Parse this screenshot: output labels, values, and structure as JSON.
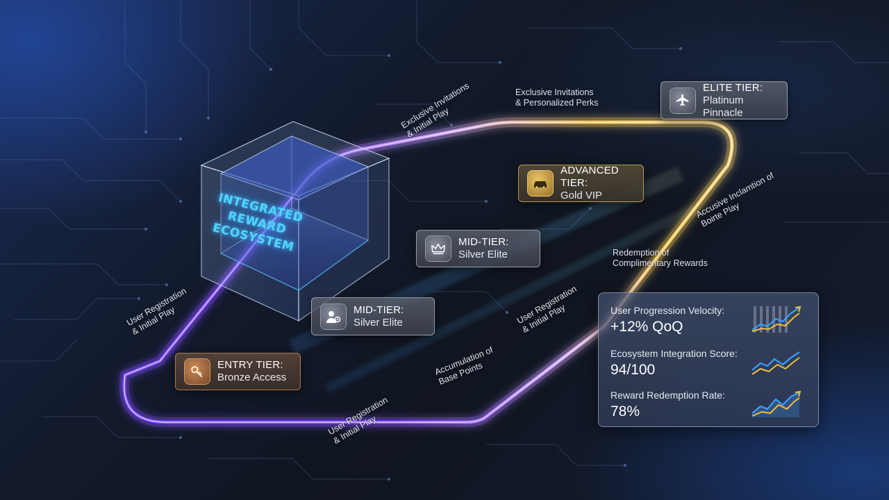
{
  "cube": {
    "title_lines": [
      "INTEGRATED",
      "REWARD",
      "ECOSYSTEM"
    ]
  },
  "tiers": [
    {
      "name": "ELITE TIER:",
      "level": "Platinum Pinnacle",
      "icon": "airplane-icon"
    },
    {
      "name": "ADVANCED TIER:",
      "level": "Gold VIP",
      "icon": "car-icon"
    },
    {
      "name": "MID-TIER:",
      "level": "Silver Elite",
      "icon": "crown-icon"
    },
    {
      "name": "MID-TIER:",
      "level": "Silver Elite",
      "icon": "user-gear-icon"
    },
    {
      "name": "ENTRY TIER:",
      "level": "Bronze Access",
      "icon": "key-icon"
    }
  ],
  "annotations": [
    {
      "lines": [
        "Exclusive Invitations",
        "& Personalized Perks"
      ]
    },
    {
      "lines": [
        "Exclusive Invitations",
        "& Initial Play"
      ]
    },
    {
      "lines": [
        "Accusive Inclamtion of",
        "Boirte Play"
      ]
    },
    {
      "lines": [
        "Redemption of",
        "Complimentary Rewards"
      ]
    },
    {
      "lines": [
        "User Registration",
        "& Initial Play"
      ]
    },
    {
      "lines": [
        "User Registration",
        "& Initial Play"
      ]
    },
    {
      "lines": [
        "Accumulation of",
        "Base Points"
      ]
    },
    {
      "lines": [
        "User Registration",
        "& Initial Play"
      ]
    }
  ],
  "metrics": [
    {
      "label": "User Progression Velocity:",
      "value": "+12% QoQ",
      "icon": "bar-trend-chart-icon"
    },
    {
      "label": "Ecosystem Integration Score:",
      "value": "94/100",
      "icon": "line-trend-chart-icon"
    },
    {
      "label": "Reward Redemption Rate:",
      "value": "78%",
      "icon": "area-trend-chart-icon"
    }
  ],
  "colors": {
    "track_blue": "#4aa8ff",
    "track_purple": "#8a4dff",
    "track_gold": "#f2c14e",
    "cube_glow": "#52d4ff",
    "spark_blue": "#3aa0ff",
    "spark_gold": "#f0c040"
  }
}
